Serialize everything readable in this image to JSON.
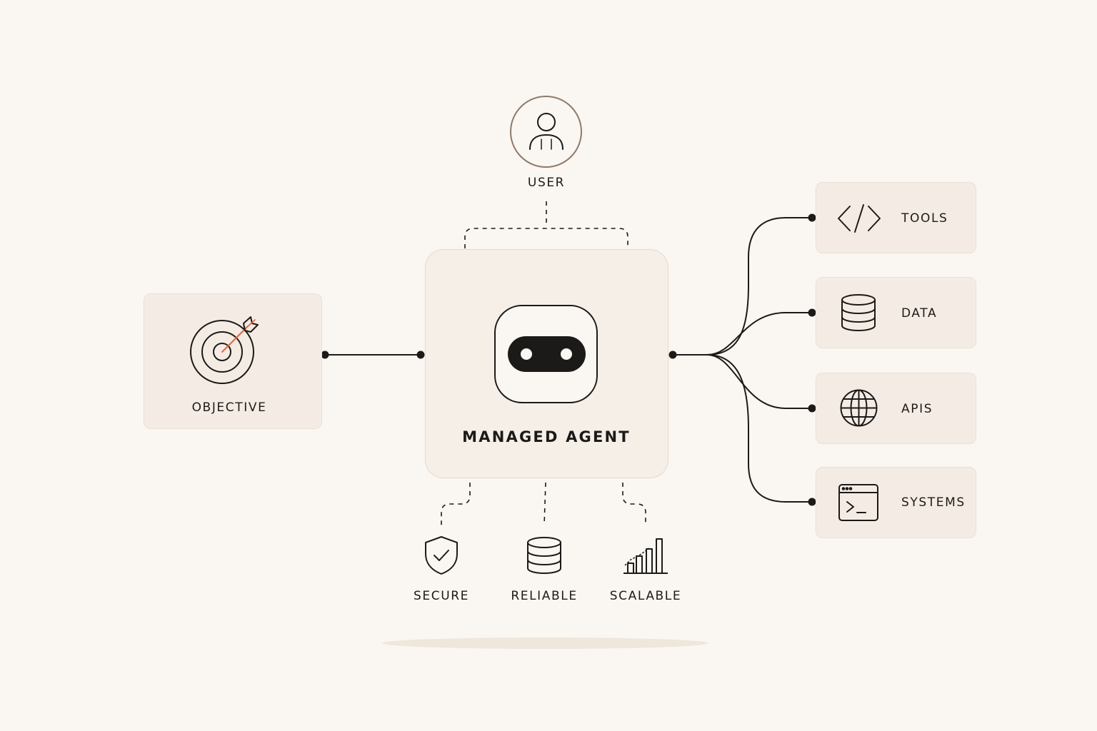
{
  "user": {
    "label": "USER",
    "icon": "user-icon"
  },
  "objective": {
    "label": "OBJECTIVE",
    "icon": "target-icon",
    "accent_color": "#e8643a"
  },
  "agent": {
    "label": "MANAGED AGENT",
    "icon": "robot-face-icon"
  },
  "resources": [
    {
      "label": "TOOLS",
      "icon": "code-icon"
    },
    {
      "label": "DATA",
      "icon": "database-icon"
    },
    {
      "label": "APIS",
      "icon": "globe-icon"
    },
    {
      "label": "SYSTEMS",
      "icon": "terminal-icon"
    }
  ],
  "properties": [
    {
      "label": "SECURE",
      "icon": "shield-check-icon"
    },
    {
      "label": "RELIABLE",
      "icon": "database-icon"
    },
    {
      "label": "SCALABLE",
      "icon": "bar-chart-icon"
    }
  ],
  "colors": {
    "background": "#faf6f1",
    "card": "#f4ece4",
    "line": "#1c1a18",
    "accent": "#e8643a",
    "user_ring": "#8f7a6b"
  }
}
